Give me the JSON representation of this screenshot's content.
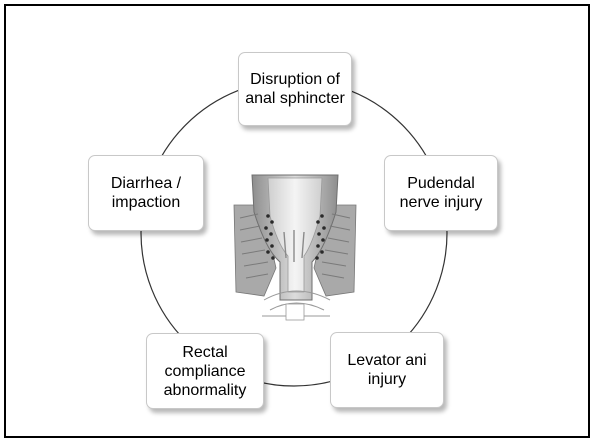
{
  "diagram": {
    "nodes": {
      "top": "Disruption of anal sphincter",
      "right": "Pudendal nerve injury",
      "bottom_right": "Levator ani injury",
      "bottom_left": "Rectal compliance abnormality",
      "left": "Diarrhea / impaction"
    },
    "center_image": "anal-canal-anatomy-illustration",
    "colors": {
      "frame": "#000000",
      "node_border": "#c8c8c8",
      "ring": "#333333",
      "anatomy_gray": "#b4b4b4"
    }
  }
}
